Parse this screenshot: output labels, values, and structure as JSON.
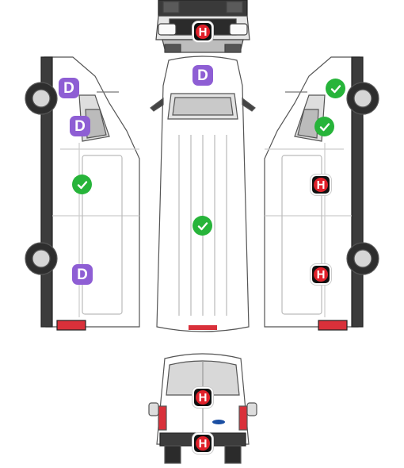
{
  "colors": {
    "damage": "#8e5ed4",
    "hail": "#e0202a",
    "ok": "#27b43a",
    "outline": "#555555",
    "panel": "#ffffff",
    "shade": "#dcdcdc",
    "tail": "#d9303a"
  },
  "legend_codes": {
    "damage": "D",
    "hail": "H"
  },
  "markers": [
    {
      "view": "front",
      "part": "grille",
      "code": "H"
    },
    {
      "view": "roof",
      "part": "windscreen-top",
      "code": "D"
    },
    {
      "view": "roof",
      "part": "roof-panel",
      "code": "OK"
    },
    {
      "view": "left-side",
      "part": "mirror",
      "code": "D"
    },
    {
      "view": "left-side",
      "part": "front-door",
      "code": "D"
    },
    {
      "view": "left-side",
      "part": "side-panel-front",
      "code": "OK"
    },
    {
      "view": "left-side",
      "part": "side-panel-rear",
      "code": "D"
    },
    {
      "view": "right-side",
      "part": "mirror",
      "code": "OK"
    },
    {
      "view": "right-side",
      "part": "front-door",
      "code": "OK"
    },
    {
      "view": "right-side",
      "part": "side-panel-front",
      "code": "H"
    },
    {
      "view": "right-side",
      "part": "side-panel-rear",
      "code": "H"
    },
    {
      "view": "rear",
      "part": "rear-doors",
      "code": "H"
    },
    {
      "view": "rear",
      "part": "rear-bumper",
      "code": "H"
    }
  ]
}
